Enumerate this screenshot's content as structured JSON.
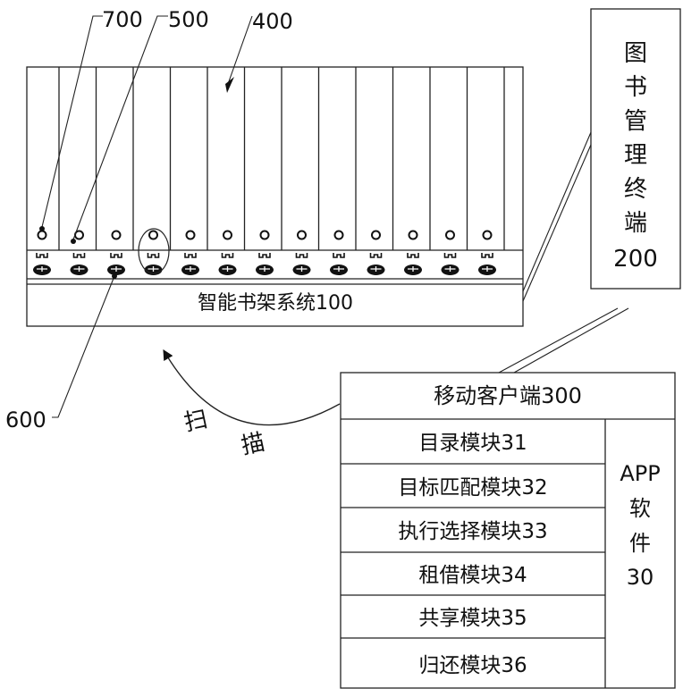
{
  "callouts": {
    "label_700": "700",
    "label_500": "500",
    "label_400": "400",
    "label_600": "600"
  },
  "shelf": {
    "system_label": "智能书架系统100",
    "slot_count": 13
  },
  "terminal": {
    "chars": [
      "图",
      "书",
      "管",
      "理",
      "终",
      "端"
    ],
    "number": "200"
  },
  "scan": {
    "char_1": "扫",
    "char_2": "描"
  },
  "mobile": {
    "title": "移动客户端300",
    "modules": [
      "目录模块31",
      "目标匹配模块32",
      "执行选择模块33",
      "租借模块34",
      "共享模块35",
      "归还模块36"
    ],
    "app_lines": [
      "APP",
      "软",
      "件",
      "30"
    ]
  }
}
